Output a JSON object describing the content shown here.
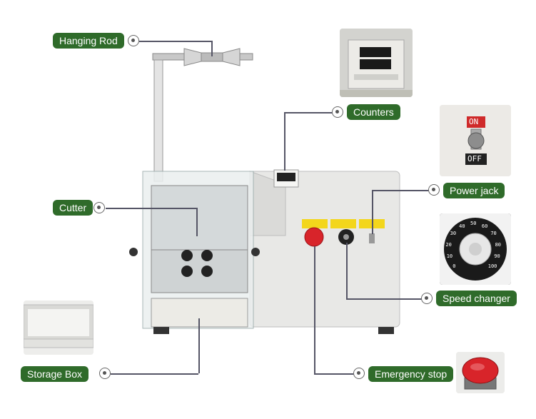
{
  "colors": {
    "label_bg": "#2f6b2a",
    "machine_body": "#e8e8e6",
    "knob_red": "#d8242a"
  },
  "labels": {
    "hanging_rod": "Hanging Rod",
    "counters": "Counters",
    "power_jack": "Power jack",
    "cutter": "Cutter",
    "speed_changer": "Speed changer",
    "storage_box": "Storage Box",
    "emergency_stop": "Emergency stop"
  },
  "switch_text": {
    "on": "ON",
    "off": "OFF"
  },
  "dial_scale": [
    "0",
    "10",
    "20",
    "30",
    "40",
    "50",
    "60",
    "70",
    "80",
    "90",
    "100"
  ],
  "icons": {
    "hanging_rod": "rod-icon",
    "counters": "counter-display-icon",
    "power_jack": "toggle-switch-icon",
    "speed_changer": "dial-knob-icon",
    "emergency_stop": "stop-button-icon",
    "storage_box": "drawer-icon"
  }
}
